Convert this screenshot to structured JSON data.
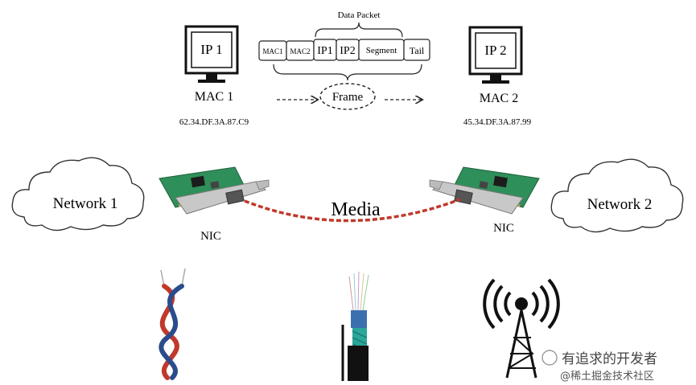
{
  "packet": {
    "title": "Data Packet",
    "fields": [
      "MAC1",
      "MAC2",
      "IP1",
      "IP2",
      "Segment",
      "Tail"
    ],
    "frame_label": "Frame"
  },
  "host1": {
    "screen_label": "IP 1",
    "mac_label": "MAC 1",
    "mac_address": "62.34.DF.3A.87.C9"
  },
  "host2": {
    "screen_label": "IP 2",
    "mac_label": "MAC 2",
    "mac_address": "45.34.DF.3A.87.99"
  },
  "network1": {
    "label": "Network 1"
  },
  "network2": {
    "label": "Network 2"
  },
  "nic1": {
    "label": "NIC"
  },
  "nic2": {
    "label": "NIC"
  },
  "media": {
    "label": "Media"
  },
  "watermark": {
    "line1": "有追求的开发者",
    "line2": "@稀土掘金技术社区"
  },
  "colors": {
    "media_line": "#c0392b",
    "pcb": "#2f8f5a",
    "wire_red": "#c0392b",
    "wire_blue": "#2b4c8c"
  }
}
